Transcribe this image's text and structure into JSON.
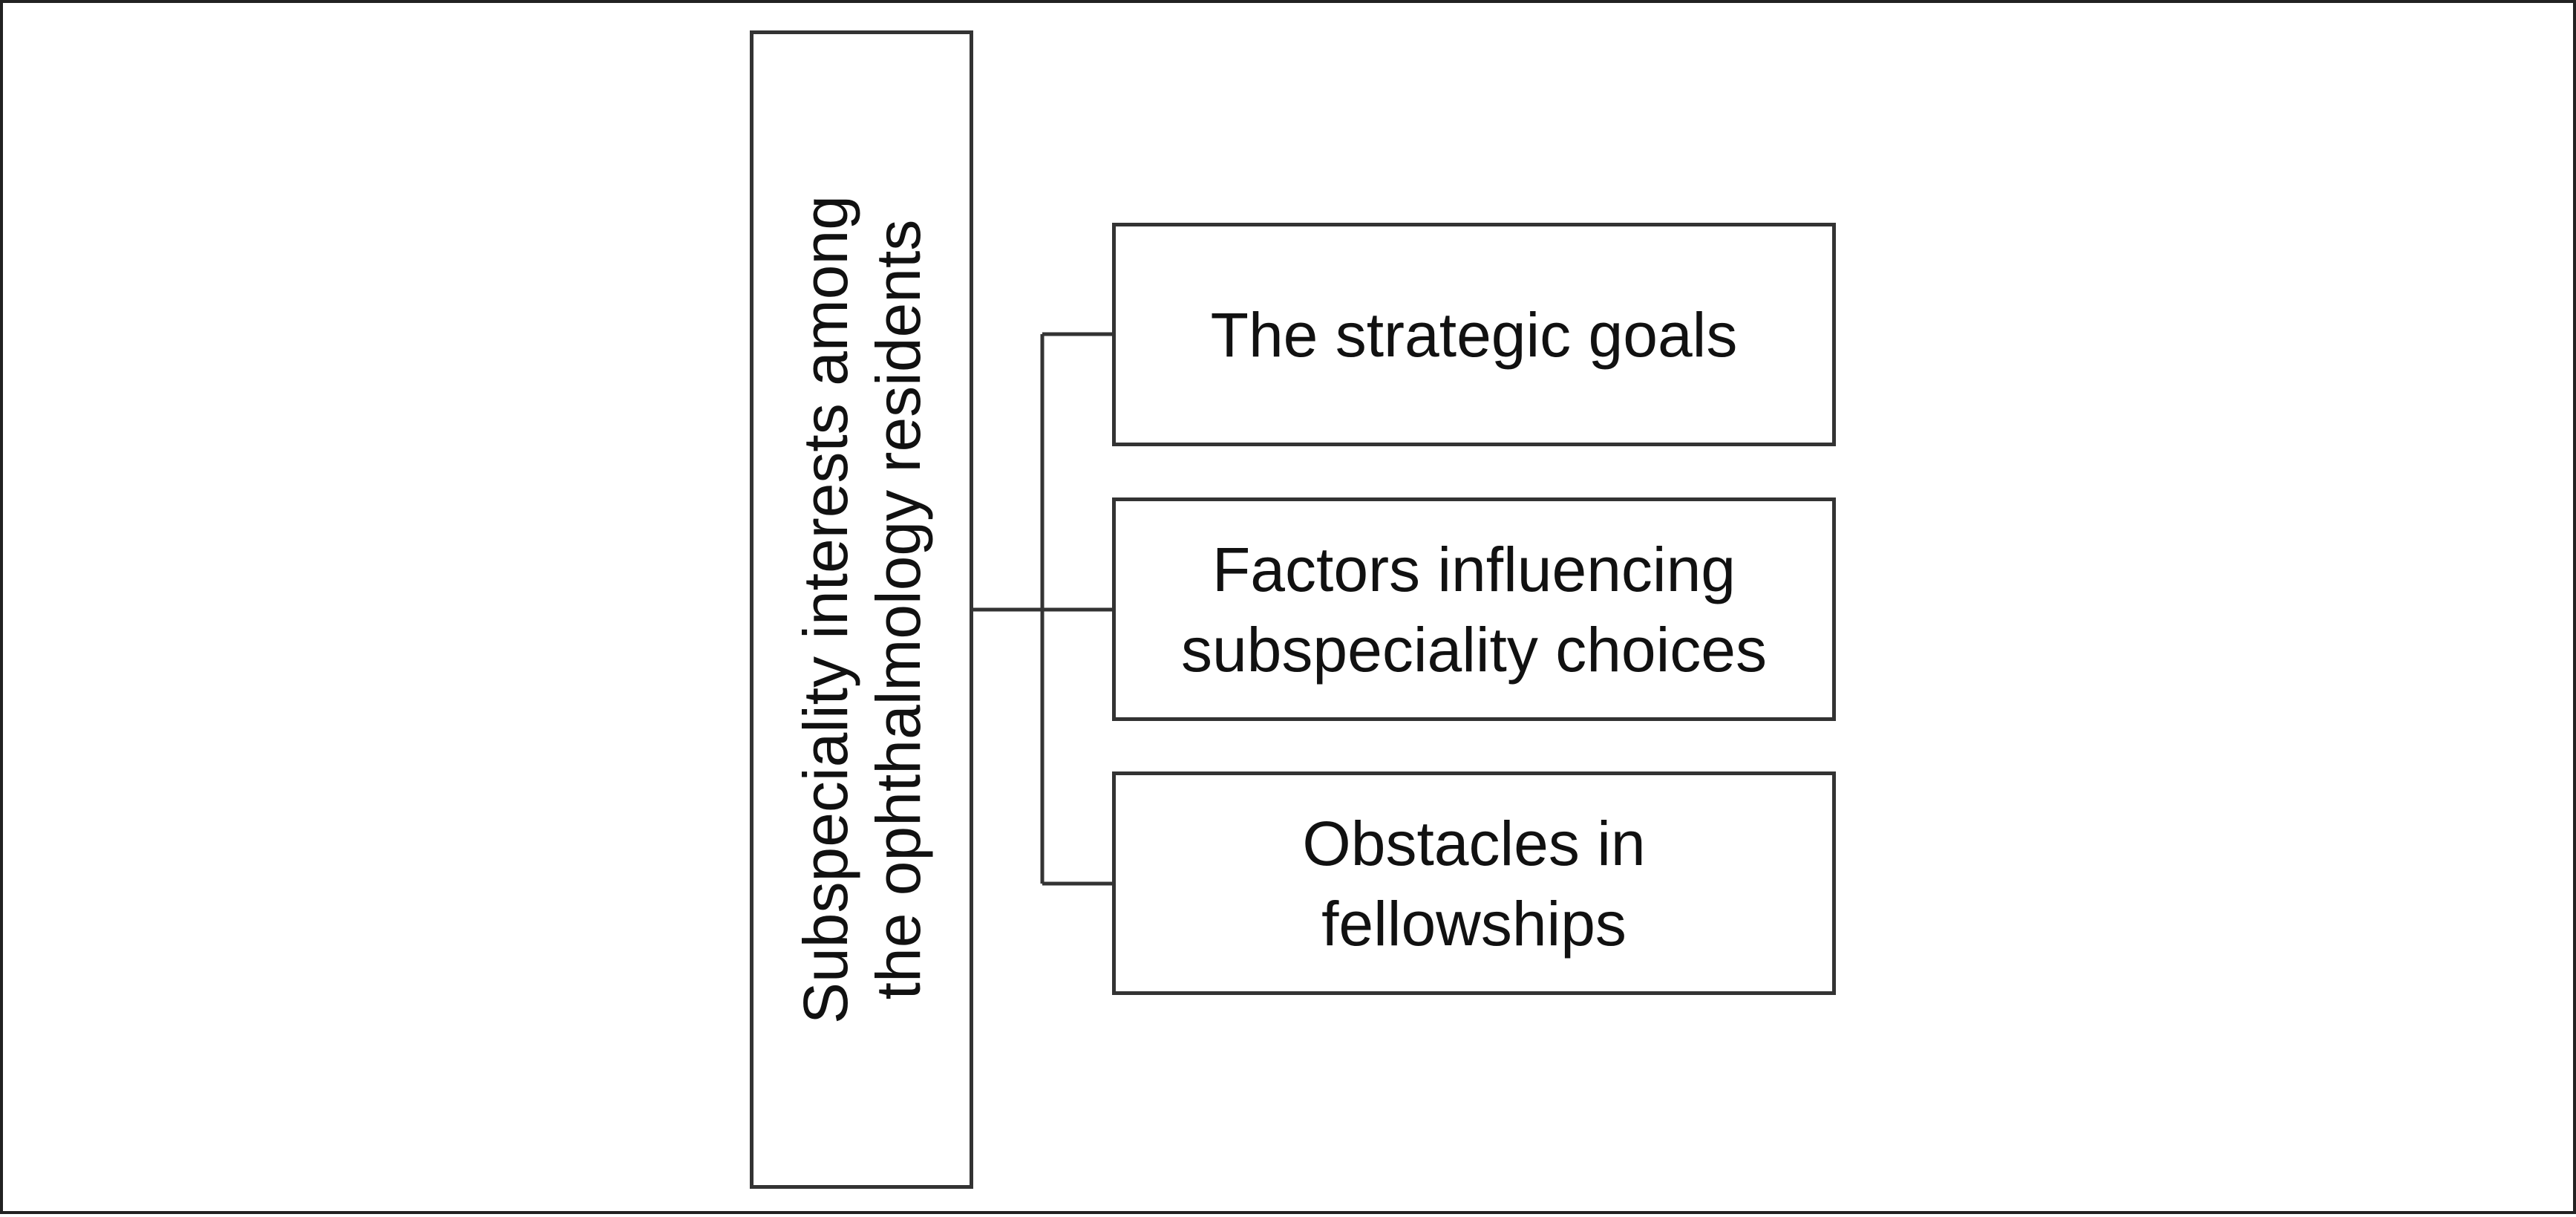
{
  "diagram": {
    "main": {
      "label": "Subspeciality interests among\nthe ophthalmology residents"
    },
    "children": [
      {
        "label": "The strategic goals"
      },
      {
        "label": "Factors influencing\nsubspeciality choices"
      },
      {
        "label": "Obstacles in\nfellowships"
      }
    ]
  },
  "colors": {
    "border": "#333333",
    "text": "#111111",
    "background": "#ffffff"
  }
}
